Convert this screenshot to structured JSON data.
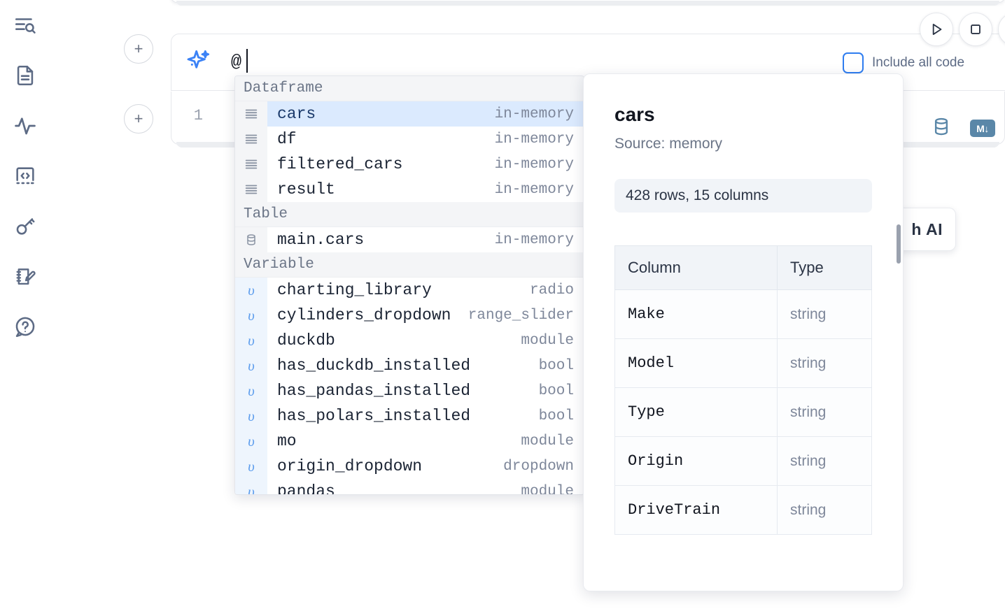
{
  "sidebar": {
    "items": [
      {
        "name": "explore-search-icon",
        "label": "Explore"
      },
      {
        "name": "document-icon",
        "label": "Notebook"
      },
      {
        "name": "activity-pulse-icon",
        "label": "Activity"
      },
      {
        "name": "code-snippet-icon",
        "label": "Snippets"
      },
      {
        "name": "key-icon",
        "label": "Secrets"
      },
      {
        "name": "scratchpad-edit-icon",
        "label": "Scratchpad"
      },
      {
        "name": "help-question-icon",
        "label": "Help"
      }
    ]
  },
  "toolbar": {
    "run_label": "Run",
    "stop_label": "Stop",
    "extra_label": "More",
    "include_all_code_label": "Include all code",
    "include_all_code_checked": false,
    "add_cell_label": "+"
  },
  "prompt": {
    "icon": "sparkle-ai-icon",
    "value": "@",
    "placeholder": ""
  },
  "code_cell": {
    "line_number": "1",
    "code": "",
    "tools": [
      {
        "name": "database-icon",
        "label": "Database"
      },
      {
        "name": "markdown-icon",
        "label": "M↓"
      }
    ]
  },
  "ai_float": {
    "label": "h AI"
  },
  "autocomplete": {
    "groups": [
      {
        "label": "Dataframe",
        "icon": "dataframe-icon",
        "kind": "df",
        "items": [
          {
            "name": "cars",
            "meta": "in-memory",
            "selected": true
          },
          {
            "name": "df",
            "meta": "in-memory",
            "selected": false
          },
          {
            "name": "filtered_cars",
            "meta": "in-memory",
            "selected": false
          },
          {
            "name": "result",
            "meta": "in-memory",
            "selected": false
          }
        ]
      },
      {
        "label": "Table",
        "icon": "table-database-icon",
        "kind": "tbl",
        "items": [
          {
            "name": "main.cars",
            "meta": "in-memory",
            "selected": false
          }
        ]
      },
      {
        "label": "Variable",
        "icon": "variable-icon",
        "kind": "var",
        "items": [
          {
            "name": "charting_library",
            "meta": "radio",
            "selected": false
          },
          {
            "name": "cylinders_dropdown",
            "meta": "range_slider",
            "selected": false
          },
          {
            "name": "duckdb",
            "meta": "module",
            "selected": false
          },
          {
            "name": "has_duckdb_installed",
            "meta": "bool",
            "selected": false
          },
          {
            "name": "has_pandas_installed",
            "meta": "bool",
            "selected": false
          },
          {
            "name": "has_polars_installed",
            "meta": "bool",
            "selected": false
          },
          {
            "name": "mo",
            "meta": "module",
            "selected": false
          },
          {
            "name": "origin_dropdown",
            "meta": "dropdown",
            "selected": false
          },
          {
            "name": "pandas",
            "meta": "module",
            "selected": false
          }
        ]
      }
    ]
  },
  "details": {
    "title": "cars",
    "source": "Source: memory",
    "stat": "428 rows, 15 columns",
    "columns_header": "Column",
    "type_header": "Type",
    "rows": [
      {
        "column": "Make",
        "type": "string"
      },
      {
        "column": "Model",
        "type": "string"
      },
      {
        "column": "Type",
        "type": "string"
      },
      {
        "column": "Origin",
        "type": "string"
      },
      {
        "column": "DriveTrain",
        "type": "string"
      }
    ]
  },
  "colors": {
    "accent_blue": "#3b82f6",
    "selection_blue": "#dbeafe",
    "tool_blue": "#5a87a8",
    "text_dark": "#11151f",
    "text_muted": "#7e879a"
  }
}
